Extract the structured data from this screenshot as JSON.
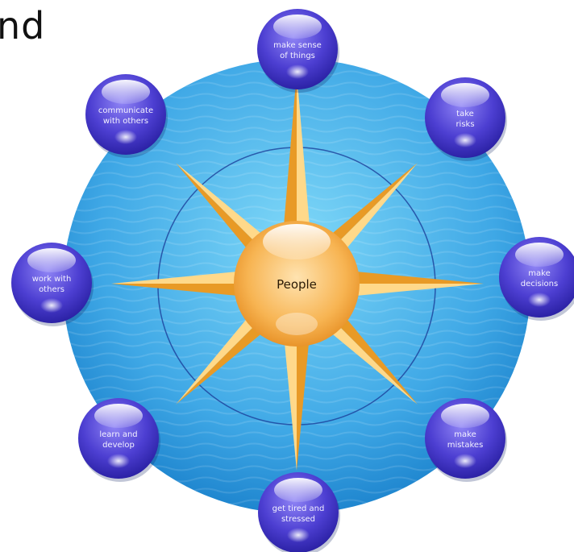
{
  "heading_fragment": "nd",
  "hub": {
    "label": "People"
  },
  "nodes": [
    {
      "id": "make-sense",
      "lines": [
        "make sense",
        "of things"
      ]
    },
    {
      "id": "take-risks",
      "lines": [
        "take",
        "risks"
      ]
    },
    {
      "id": "make-decisions",
      "lines": [
        "make",
        "decisions"
      ]
    },
    {
      "id": "make-mistakes",
      "lines": [
        "make",
        "mistakes"
      ]
    },
    {
      "id": "get-tired",
      "lines": [
        "get tired and",
        "stressed"
      ]
    },
    {
      "id": "learn-develop",
      "lines": [
        "learn and",
        "develop"
      ]
    },
    {
      "id": "work-with-others",
      "lines": [
        "work with",
        "others"
      ]
    },
    {
      "id": "communicate",
      "lines": [
        "communicate",
        "with others"
      ]
    }
  ],
  "colors": {
    "disc_light": "#6fd0f5",
    "disc_dark": "#1f86cf",
    "ring_line": "#1b3f9a",
    "node_light": "#9a8cf2",
    "node_dark": "#3a2fc0",
    "star_light": "#ffd98a",
    "star_dark": "#e89a26",
    "hub_light": "#ffe7b8",
    "hub_dark": "#f0a43c"
  }
}
